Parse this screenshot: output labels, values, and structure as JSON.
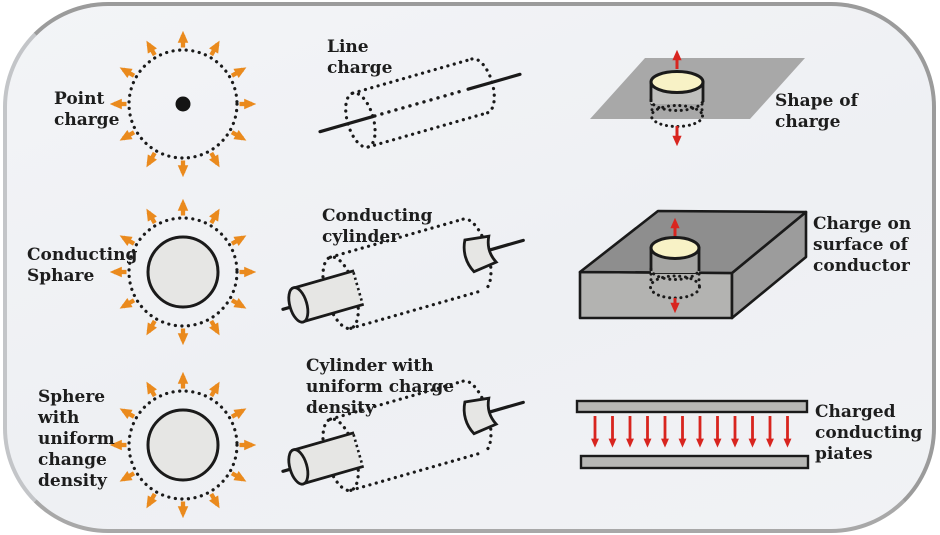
{
  "figure": {
    "description_visible_text_only": true
  },
  "colors": {
    "panel_background": "#eef0f3",
    "panel_border": "#9b9b9b",
    "outline_black": "#1a1a1a",
    "field_arrow_orange": "#ea8a1d",
    "field_arrow_red": "#d8251f",
    "conductor_gray": "#e6e6e4",
    "plane_gray": "#a8a8a8",
    "box_top_gray": "#8e8e8e",
    "box_front_gray": "#b3b3b1",
    "box_side_gray": "#9c9c9c",
    "plate_gray": "#b7b7b5",
    "pillbox_top_cream": "#f8f2c6",
    "pillbox_body_light": "#bfbfbd",
    "pillbox_body_dark": "#a6a6a4"
  },
  "cells": [
    {
      "id": "point-charge",
      "label_lines": [
        "Point",
        "charge"
      ]
    },
    {
      "id": "line-charge",
      "label_lines": [
        "Line",
        "charge"
      ]
    },
    {
      "id": "shape-of-charge",
      "label_lines": [
        "Shape of",
        "charge"
      ]
    },
    {
      "id": "conducting-sphere",
      "label_lines": [
        "Conducting",
        "Sphare"
      ]
    },
    {
      "id": "conducting-cylinder",
      "label_lines": [
        "Conducting",
        "cylinder"
      ]
    },
    {
      "id": "charge-on-surface-of-conductor",
      "label_lines": [
        "Charge on",
        "surface of",
        "conductor"
      ]
    },
    {
      "id": "sphere-uniform-charge-density",
      "label_lines": [
        "Sphere",
        "with",
        "uniform",
        "change",
        "density"
      ]
    },
    {
      "id": "cylinder-uniform-charge-density",
      "label_lines": [
        "Cylinder with",
        "uniform charge",
        "density"
      ]
    },
    {
      "id": "charged-conducting-plates",
      "label_lines": [
        "Charged",
        "conducting",
        "piates"
      ]
    }
  ]
}
